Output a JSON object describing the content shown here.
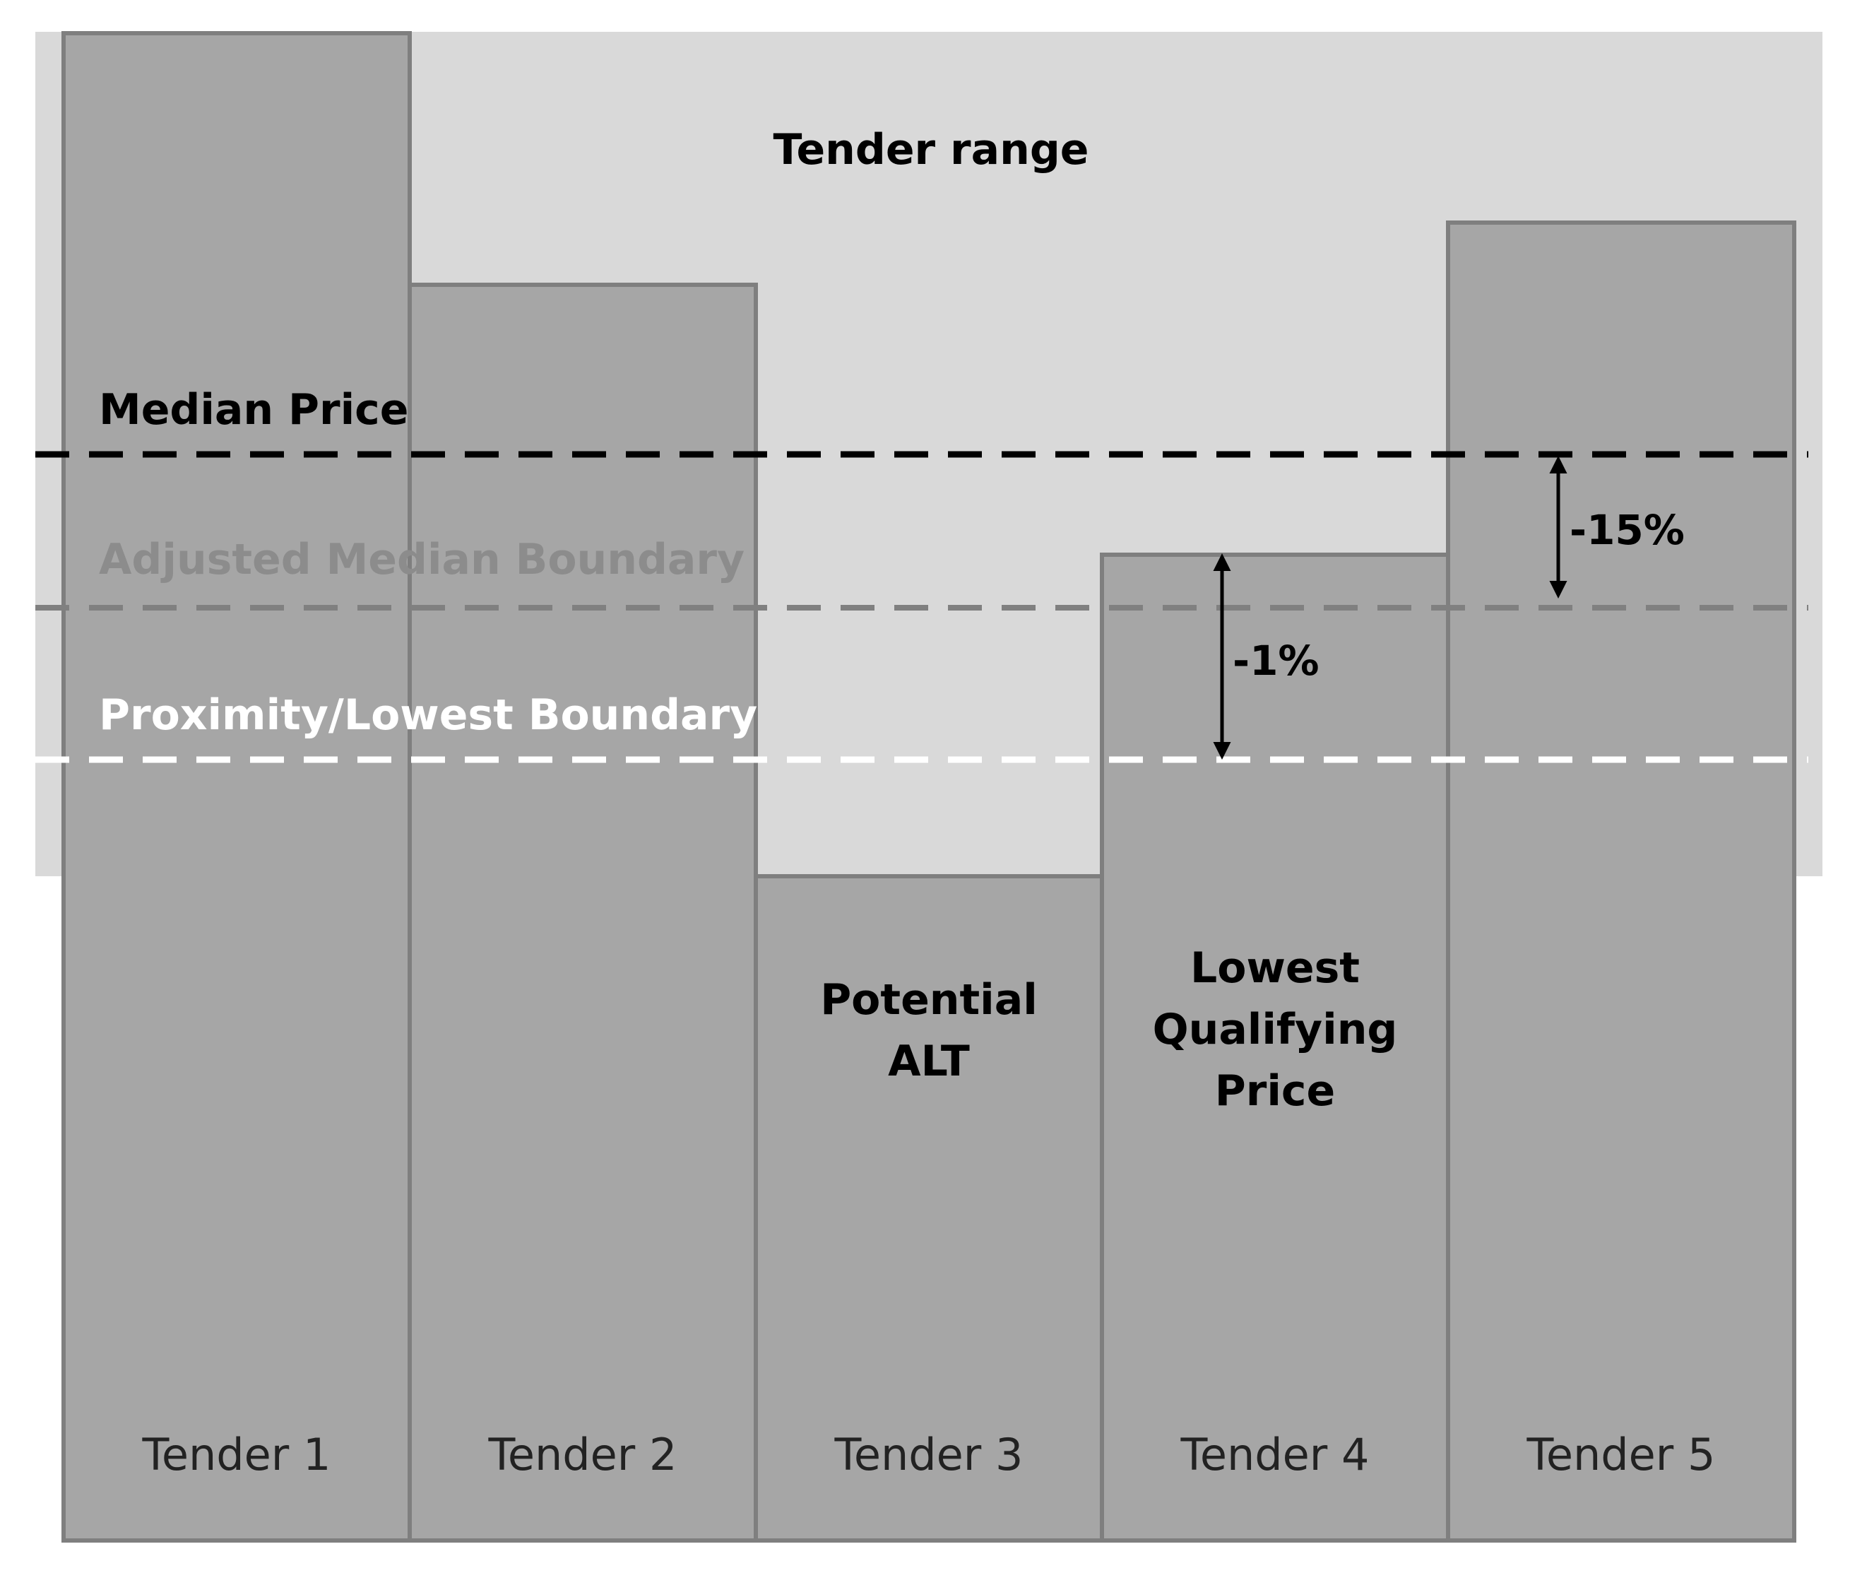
{
  "diagram": {
    "region_label": "Tender range",
    "boundaries": {
      "median": "Median Price",
      "adjusted": "Adjusted Median Boundary",
      "proximity": "Proximity/Lowest Boundary"
    },
    "bars": [
      {
        "label": "Tender 1",
        "annotation": []
      },
      {
        "label": "Tender 2",
        "annotation": []
      },
      {
        "label": "Tender 3",
        "annotation": [
          "Potential",
          "ALT"
        ]
      },
      {
        "label": "Tender 4",
        "annotation": [
          "Lowest",
          "Qualifying",
          "Price"
        ]
      },
      {
        "label": "Tender 5",
        "annotation": []
      }
    ],
    "arrows": {
      "median_gap": "-15%",
      "proximity_gap": "-1%"
    },
    "colors": {
      "range_background": "#d9d9d9",
      "bar_fill": "#a6a6a6",
      "bar_stroke": "#7f7f7f",
      "median_line": "#000000",
      "adjusted_line": "#808080",
      "proximity_line": "#ffffff",
      "adjusted_text": "#8c8c8c"
    }
  }
}
